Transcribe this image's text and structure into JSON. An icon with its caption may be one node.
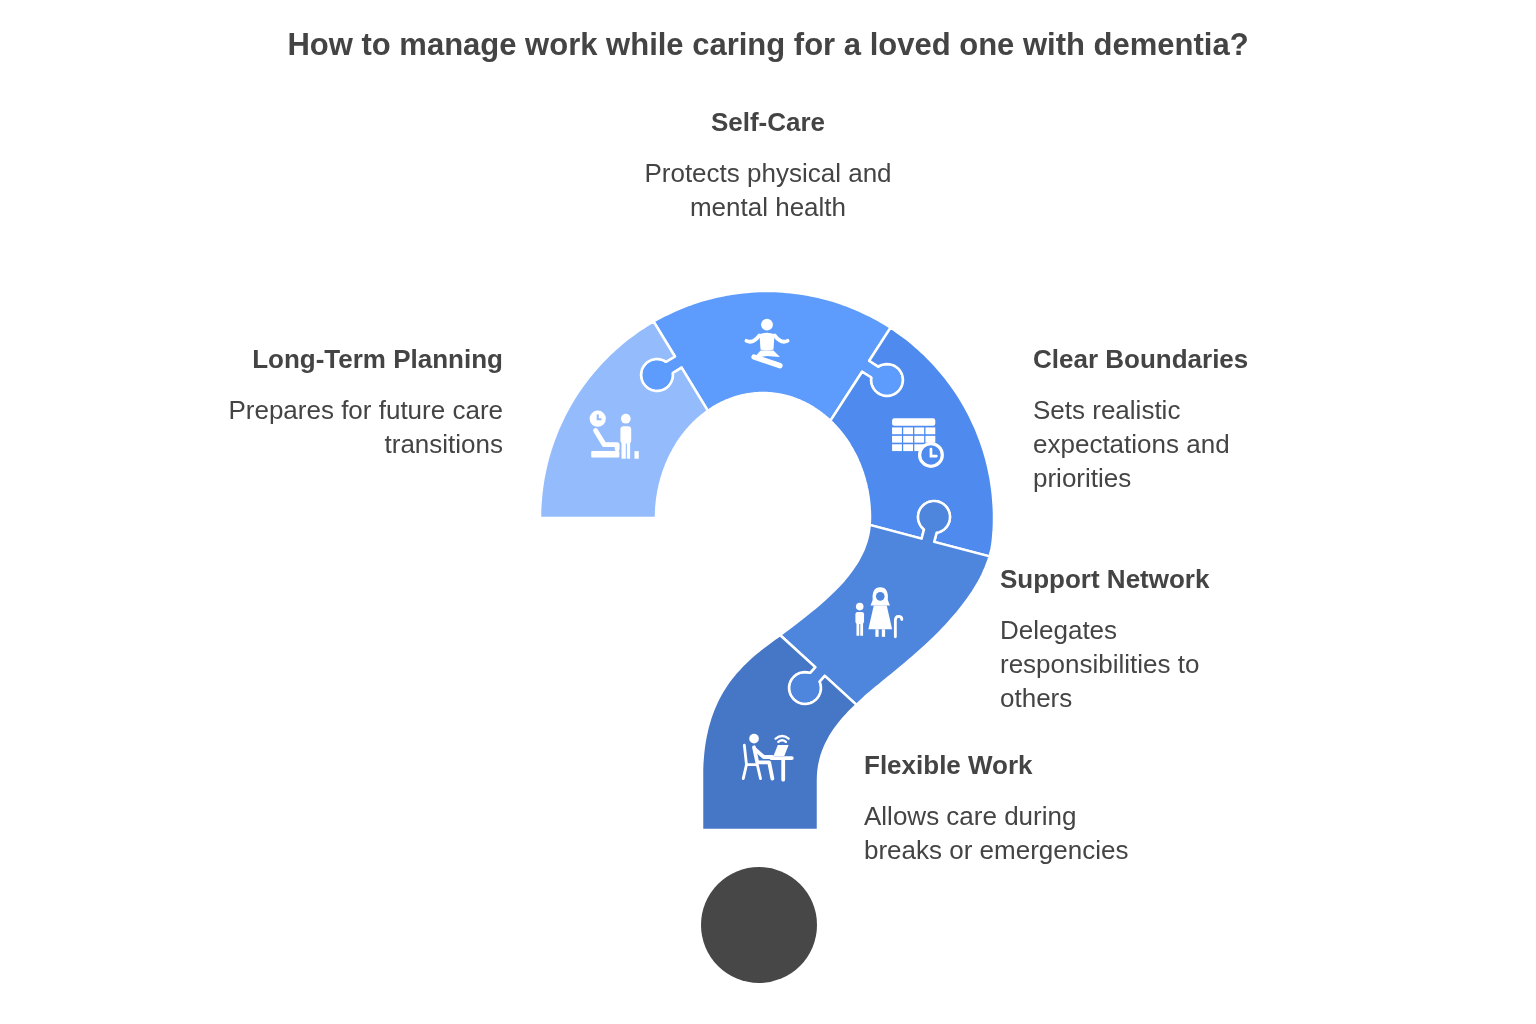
{
  "diagram": {
    "title": "How to manage work while caring for a loved one with dementia?",
    "nodes": [
      {
        "text": [],
        "shape": "puzzle",
        "beside": [
          "Self-Care",
          "Protects physical and mental health"
        ]
      },
      {
        "text": [],
        "shape": "puzzle",
        "beside": [
          "Long-Term Planning",
          "Prepares for future care transitions"
        ]
      },
      {
        "text": [],
        "shape": "puzzle",
        "beside": [
          "Clear Boundaries",
          "Sets realistic expectations and priorities"
        ]
      },
      {
        "text": [],
        "shape": "puzzle",
        "beside": [
          "Support Network",
          "Delegates responsibilities to others"
        ]
      },
      {
        "text": [],
        "shape": "puzzle",
        "beside": [
          "Flexible Work",
          "Allows care during breaks or emergencies"
        ]
      },
      {
        "text": [],
        "shape": "circle"
      }
    ]
  }
}
